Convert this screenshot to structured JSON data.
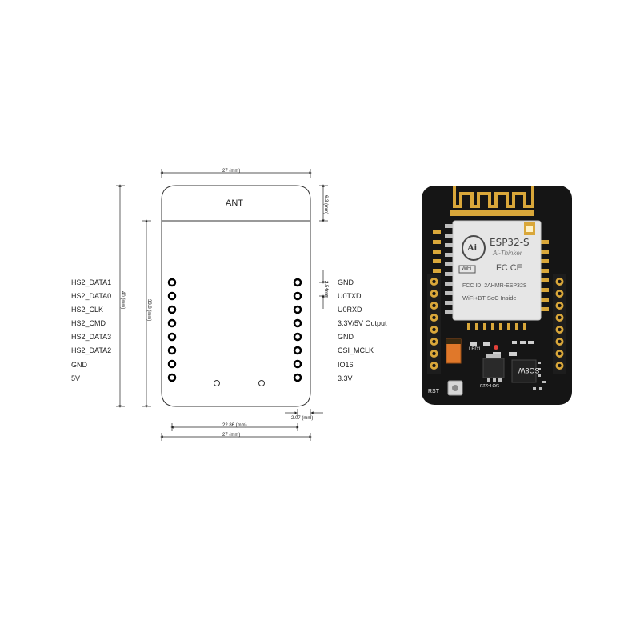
{
  "drawing": {
    "antenna_label": "ANT",
    "dims": {
      "top_width": "27 (mm)",
      "bottom_width": "27 (mm)",
      "height_total": "40 (mm)",
      "height_pins": "33.8 (mm)",
      "ant_height": "6.3 (mm)",
      "pin_pitch": "2.54mm",
      "pin_span": "22.86 (mm)",
      "edge_offset": "2.07 (mm)"
    },
    "left_pins": [
      "HS2_DATA1",
      "HS2_DATA0",
      "HS2_CLK",
      "HS2_CMD",
      "HS2_DATA3",
      "HS2_DATA2",
      "GND",
      "5V"
    ],
    "right_pins": [
      "GND",
      "U0TXD",
      "U0RXD",
      "3.3V/5V Output",
      "GND",
      "CSI_MCLK",
      "IO16",
      "3.3V"
    ]
  },
  "board": {
    "module_name": "ESP32-S",
    "maker": "Ai-Thinker",
    "logo_text": "Ai",
    "wifi_text": "WiFi",
    "fcc_marks": "FC CE",
    "fcc_id": "FCC ID: 2AHMR-ESP32S",
    "soc_text": "WiFi+BT SoC Inside",
    "led_label": "LED1",
    "rst_label": "RST",
    "chip_label": "SOT-223",
    "chip2_label": "SO8W"
  },
  "colors": {
    "pcb": "#151515",
    "gold": "#d9a73a",
    "shield": "#e6e6e6",
    "capacitor": "#e0782a"
  }
}
